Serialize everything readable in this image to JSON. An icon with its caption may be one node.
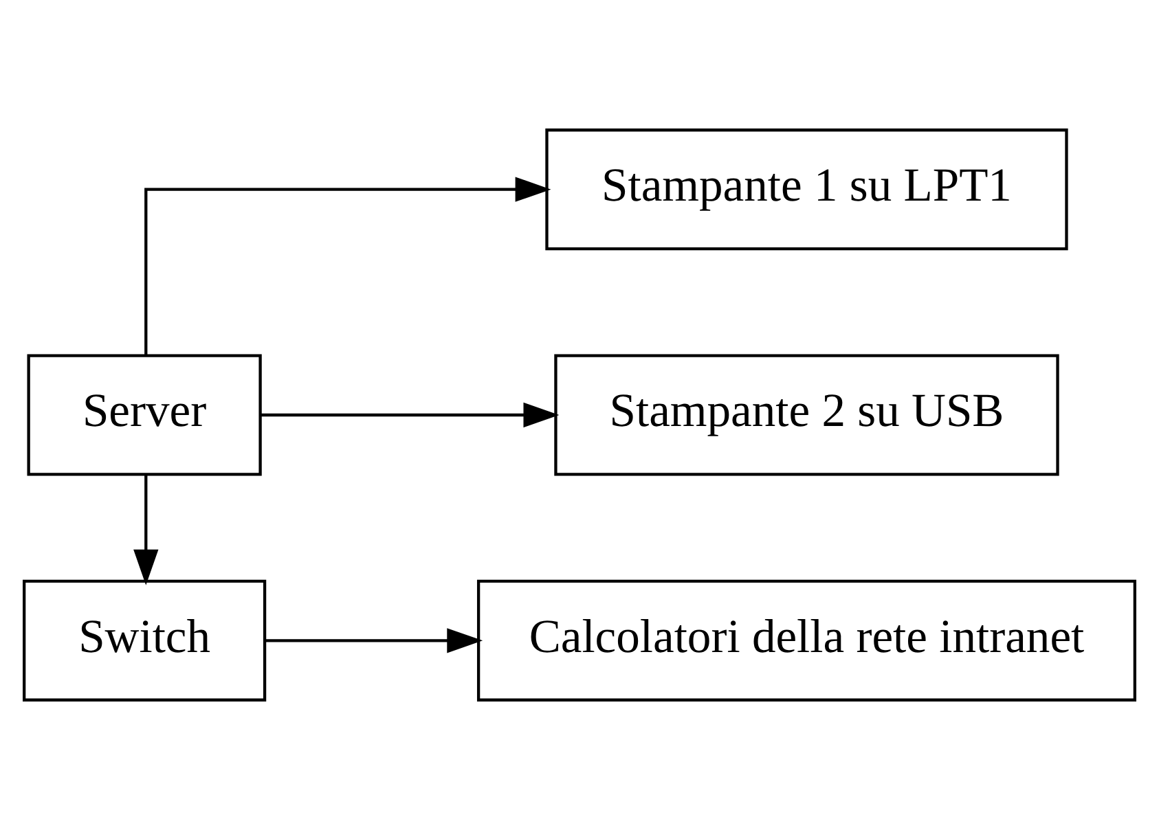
{
  "diagram": {
    "nodes": [
      {
        "text": [
          "Server"
        ]
      },
      {
        "text": [
          "Stampante 1 su LPT1"
        ]
      },
      {
        "text": [
          "Stampante 2 su USB"
        ]
      },
      {
        "text": [
          "Switch"
        ]
      },
      {
        "text": [
          "Calcolatori della rete intranet"
        ]
      }
    ],
    "edges": [
      {
        "from": 0,
        "to": 1,
        "arrow": "to"
      },
      {
        "from": 0,
        "to": 2,
        "arrow": "to"
      },
      {
        "from": 0,
        "to": 3,
        "arrow": "to"
      },
      {
        "from": 3,
        "to": 4,
        "arrow": "to"
      }
    ]
  }
}
